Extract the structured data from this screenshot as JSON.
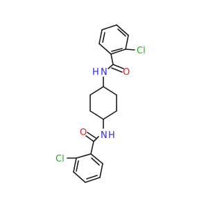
{
  "atoms": {
    "cl_top": "Cl",
    "o_top": "O",
    "nh_top": "N",
    "h_top": "H",
    "nh_bottom": "N",
    "h_bottom": "H",
    "o_bottom": "O",
    "cl_bottom": "Cl"
  },
  "colors": {
    "bond": "#1a1a1a",
    "nitrogen": "#2b2bd9",
    "oxygen": "#e02020",
    "chlorine": "#1fae1f"
  }
}
